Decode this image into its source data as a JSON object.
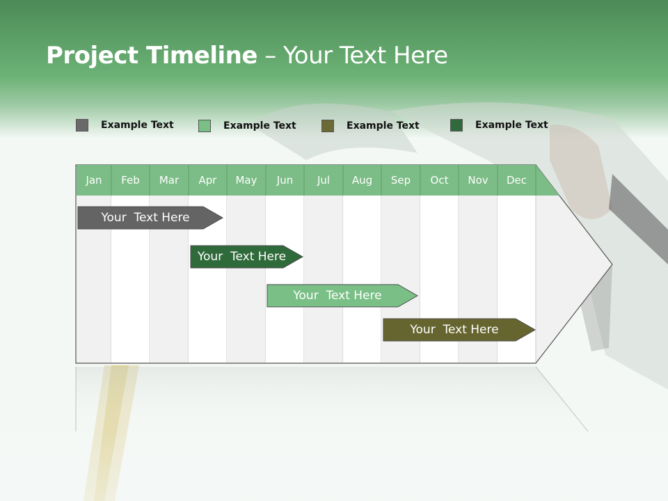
{
  "slide": {
    "title_bold": "Project Timeline",
    "title_rest": " – Your Text Here"
  },
  "legend": [
    {
      "label": "Example Text",
      "color": "#6a6a6a"
    },
    {
      "label": "Example Text",
      "color": "#79bf86"
    },
    {
      "label": "Example Text",
      "color": "#6b6a35"
    },
    {
      "label": "Example Text",
      "color": "#2f6a3a"
    }
  ],
  "months": [
    "Jan",
    "Feb",
    "Mar",
    "Apr",
    "May",
    "Jun",
    "Jul",
    "Aug",
    "Sep",
    "Oct",
    "Nov",
    "Dec"
  ],
  "tasks": [
    {
      "label": "Your  Text Here",
      "color": "#646464"
    },
    {
      "label": "Your  Text Here",
      "color": "#2f6a3a"
    },
    {
      "label": "Your  Text Here",
      "color": "#79bf86"
    },
    {
      "label": "Your  Text Here",
      "color": "#66652f"
    }
  ],
  "colors": {
    "header_green": "#67ad72",
    "month_header": "#7cbc86"
  }
}
